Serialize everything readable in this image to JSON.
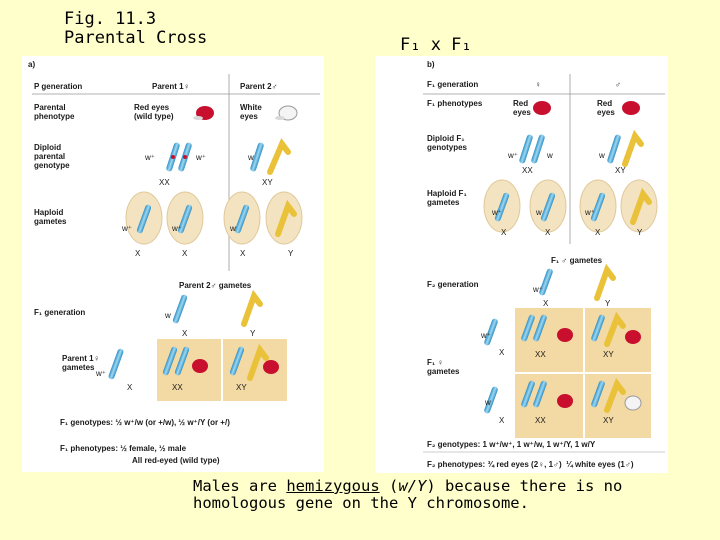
{
  "slide": {
    "title_line1": "Fig. 11.3",
    "title_line2": "Parental Cross",
    "f1_cross": "F₁ x F₁",
    "caption_part1": "Males are ",
    "caption_word": "hemizygous",
    "caption_part2": " (",
    "caption_genotype": "w/Y",
    "caption_part3": ") because there is no homologous gene on the Y chromosome."
  },
  "panel_a": {
    "tag": "a)",
    "p_generation": "P generation",
    "parent1": "Parent 1♀",
    "parent2": "Parent 2♂",
    "parental_phenotype": "Parental\nphenotype",
    "red_eyes_wild": "Red eyes\n(wild type)",
    "white_eyes": "White\neyes",
    "diploid_genotype": "Diploid\nparental\ngenotype",
    "xx": "XX",
    "xy": "XY",
    "haploid_gametes": "Haploid\ngametes",
    "x": "X",
    "y": "Y",
    "allele_wplus": "w⁺",
    "allele_w": "w",
    "parent2_gametes": "Parent 2♂ gametes",
    "f1_generation": "F₁ generation",
    "parent1_gametes": "Parent 1♀\ngametes",
    "f1_genotypes": "F₁ genotypes: ½ w⁺/w (or +/w), ½ w⁺/Y (or +/)",
    "f1_phenotypes": "F₁ phenotypes: ½ female, ½ male",
    "all_red": "All red-eyed (wild type)"
  },
  "panel_b": {
    "tag": "b)",
    "f1_generation": "F₁ generation",
    "female": "♀",
    "male": "♂",
    "f1_phenotypes": "F₁ phenotypes",
    "red_eyes": "Red\neyes",
    "diploid_f1": "Diploid F₁\ngenotypes",
    "xx": "XX",
    "xy": "XY",
    "haploid_f1": "Haploid F₁\ngametes",
    "x": "X",
    "y": "Y",
    "allele_wplus": "w⁺",
    "allele_w": "w",
    "f1_male_gametes": "F₁ ♂ gametes",
    "f2_generation": "F₂ generation",
    "f1_female_gametes": "F₁ ♀\ngametes",
    "f2_genotypes": "F₂ genotypes: 1 w⁺/w⁺, 1 w⁺/w, 1 w⁺/Y, 1 w/Y",
    "f2_phenotypes": "F₂ phenotypes: ¾ red eyes (2♀, 1♂)  ¼ white eyes (1♂)"
  },
  "colors": {
    "background": "#FFFFCC",
    "cell_fill": "#F3D9A4",
    "x_chromosome": "#5AB4DC",
    "y_chromosome": "#F2CF45",
    "red_eye": "#C8102E"
  }
}
